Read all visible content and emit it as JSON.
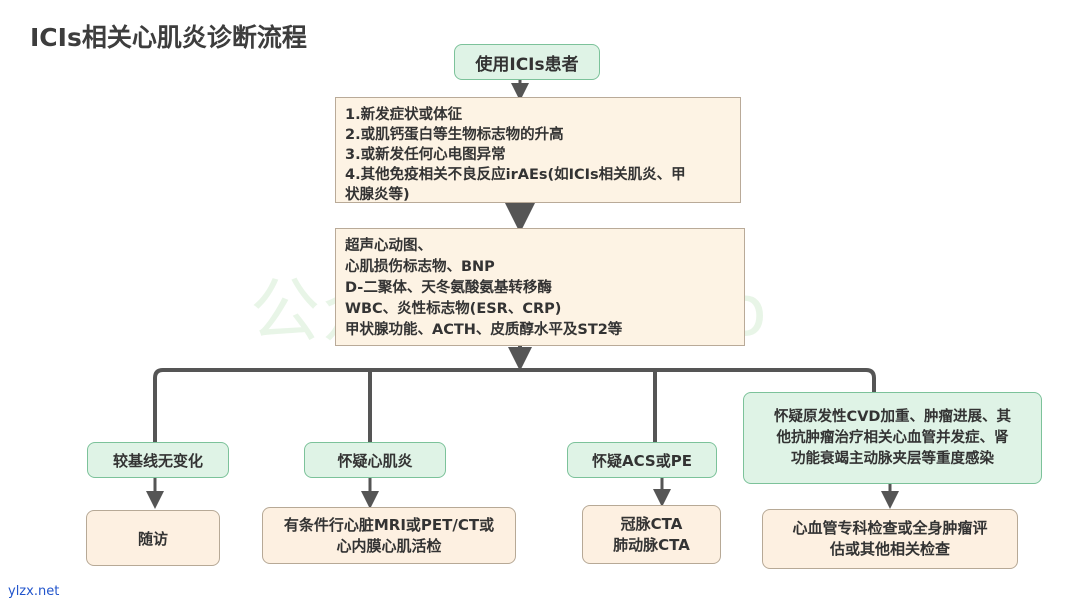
{
  "title": "ICIs相关心肌炎诊断流程",
  "watermark": "公众号 iCombo",
  "footer": "ylzx.net",
  "start": "使用ICIs患者",
  "criteria": [
    "1.新发症状或体征",
    "2.或肌钙蛋白等生物标志物的升高",
    "3.或新发任何心电图异常",
    "4.其他免疫相关不良反应irAEs(如ICIs相关肌炎、甲",
    "状腺炎等)"
  ],
  "tests": [
    "超声心动图、",
    "心肌损伤标志物、BNP",
    "D-二聚体、天冬氨酸氨基转移酶",
    "WBC、炎性标志物(ESR、CRP)",
    "甲状腺功能、ACTH、皮质醇水平及ST2等"
  ],
  "branches": [
    {
      "condition": [
        "较基线无变化"
      ],
      "action": [
        "随访"
      ]
    },
    {
      "condition": [
        "怀疑心肌炎"
      ],
      "action": [
        "有条件行心脏MRI或PET/CT或",
        "心内膜心肌活检"
      ]
    },
    {
      "condition": [
        "怀疑ACS或PE"
      ],
      "action": [
        "冠脉CTA",
        "肺动脉CTA"
      ]
    },
    {
      "condition": [
        "怀疑原发性CVD加重、肿瘤进展、其",
        "他抗肿瘤治疗相关心血管并发症、肾",
        "功能衰竭主动脉夹层等重度感染"
      ],
      "action": [
        "心血管专科检查或全身肿瘤评",
        "估或其他相关检查"
      ]
    }
  ]
}
